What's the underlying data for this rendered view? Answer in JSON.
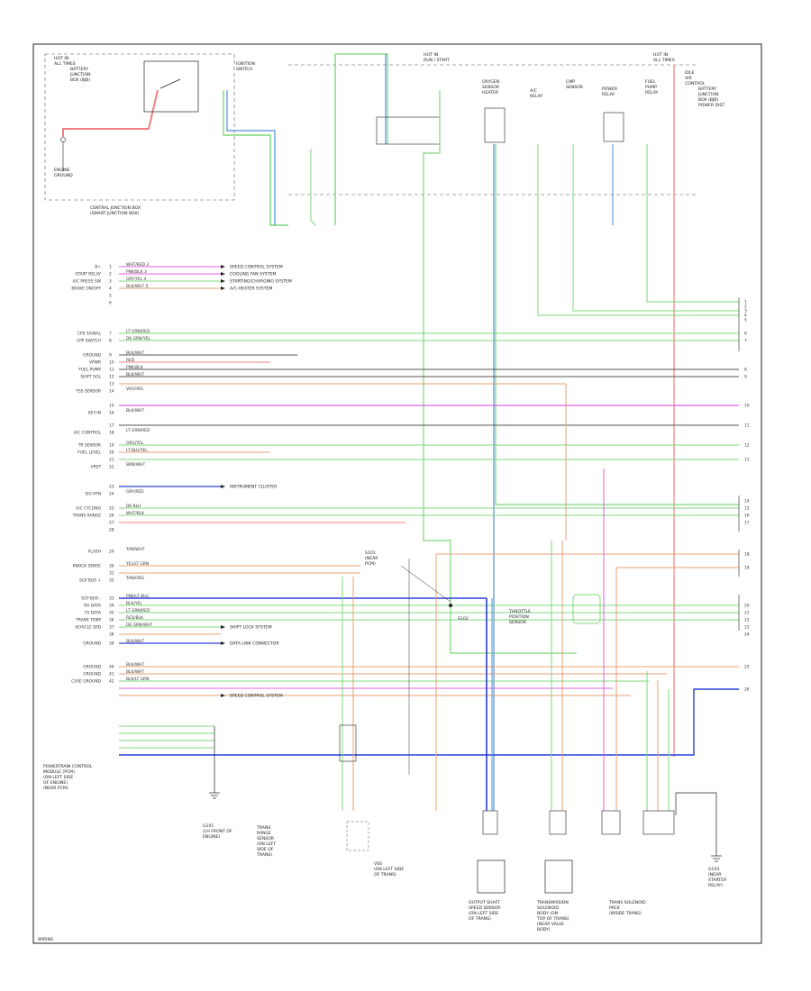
{
  "diagram": {
    "top_labels": {
      "hot_left": "HOT IN\nALL TIMES",
      "hot_center": "HOT IN\nRUN / START",
      "hot_right": "HOT IN\nALL TIMES",
      "fuse_left": "BATTERY\nJUNCTION\nBOX (BJB)",
      "engine_ground": "ENGINE\nGROUND",
      "central_junction": "CENTRAL JUNCTION BOX\n(SMART JUNCTION BOX)",
      "ignition_switch": "IGNITION\nSWITCH",
      "comp_1": "OXYGEN\nSENSOR\nHEATER",
      "comp_2": "A/C\nRELAY",
      "comp_3": "CMP\nSENSOR",
      "comp_4": "POWER\nRELAY",
      "comp_5": "FUEL\nPUMP\nRELAY",
      "comp_6": "IDLE\nAIR\nCONTROL",
      "right_module": "BATTERY\nJUNCTION\nBOX (BJB)\nPOWER DIST."
    },
    "left_pins": [
      "B+",
      "START RELAY",
      "A/C PRESS SW",
      "BRAKE ON/OFF",
      "",
      "",
      "CPS SIGNAL",
      "CPP SWITCH",
      "GROUND",
      "VPWR",
      "FUEL PUMP",
      "SHIFT SOL",
      "",
      "TSS SENSOR",
      "",
      "KEY-IN",
      "",
      "IAC CONTROL",
      "TR SENSOR",
      "FUEL LEVEL",
      "",
      "VREF",
      "",
      "SIG RTN",
      "A/C CYCLING",
      "TRANS RANGE",
      "",
      "",
      "FLASH",
      "KNOCK SENSE",
      "",
      "SCP BUS +",
      "SCP BUS -",
      "RX DATA",
      "TX DATA",
      "TRANS TEMP",
      "VEHICLE SPD",
      "",
      "GROUND",
      "GROUND",
      "GROUND",
      "CASE GROUND"
    ],
    "wire_codes": [
      "WHT/RED 2",
      "PNK/BLK 3",
      "GRY/YEL 4",
      "BLK/WHT 5",
      "",
      "",
      "LT GRN/RED",
      "DK GRN/YEL",
      "BLK/WHT",
      "RED",
      "PNK/BLK",
      "BLK/WHT",
      "",
      "VIO/ORG",
      "",
      "BLK/WHT",
      "",
      "LT GRN/RED",
      "ORG/YEL",
      "LT BLU/YEL",
      "",
      "BRN/WHT",
      "",
      "GRY/RED",
      "DK BLU",
      "WHT/BLK",
      "",
      "",
      "TAN/WHT",
      "YEL/LT GRN",
      "",
      "TAN/ORG",
      "PNK/LT BLU",
      "BLK/YEL",
      "LT GRN/RED",
      "RED/BLK",
      "DK GRN/WHT",
      "",
      "BLK/WHT",
      "BLK/WHT",
      "BLK/WHT",
      "BLK/LT GRN"
    ],
    "notes": [
      "SPEED CONTROL SYSTEM",
      "STARTING/CHARGING SYSTEM",
      "A/C-HEATER SYSTEM",
      "COOLING FAN SYSTEM",
      "INSTRUMENT CLUSTER",
      "SHIFT LOCK SYSTEM",
      "DATA LINK CONNECTOR",
      "SPEED CONTROL SYSTEM"
    ],
    "right_pins": [
      "1",
      "2",
      "3",
      "4",
      "5",
      "6",
      "7",
      "8",
      "9",
      "10",
      "11",
      "12",
      "13",
      "14",
      "15",
      "16",
      "17",
      "18",
      "19",
      "20",
      "21",
      "22",
      "23",
      "24",
      "25",
      "26"
    ],
    "bottom_components": {
      "pcm": "POWERTRAIN CONTROL\nMODULE (PCM)\n(ON LEFT SIDE\nOF ENGINE)\n(NEAR PCM)",
      "ground_g1": "G101\n(LH FRONT OF\nENGINE)",
      "trans_temp": "TRANS\nRANGE\nSENSOR\n(ON LEFT\nSIDE OF\nTRANS)",
      "speed_sensor": "VSS\n(ON LEFT SIDE\nOF TRANS)",
      "shift_sensor": "OUTPUT SHAFT\nSPEED SENSOR\n(ON LEFT SIDE\nOF TRANS)",
      "solenoid_body": "TRANSMISSION\nSOLENOID\nBODY (ON\nTOP OF TRANS)\n(NEAR VALVE\nBODY)",
      "fuse_pack": "TRANS SOLENOID\nPACK\n(INSIDE TRANS)",
      "ground_g2": "G103\n(NEAR\nSTARTER\nRELAY)"
    },
    "center_labels": {
      "splice": "S101\n(NEAR\nPCM)",
      "throttle": "THROTTLE\nPOSITION\nSENSOR",
      "ground_right": "S102"
    },
    "footer": "WIRING",
    "colors": {
      "red": "#f08080",
      "green": "#7dd87a",
      "blue": "#2a3fd6",
      "lightblue": "#4f8fd8",
      "magenta": "#e060e0",
      "orange": "#e8a070",
      "gray": "#808080",
      "dark": "#222222"
    }
  }
}
